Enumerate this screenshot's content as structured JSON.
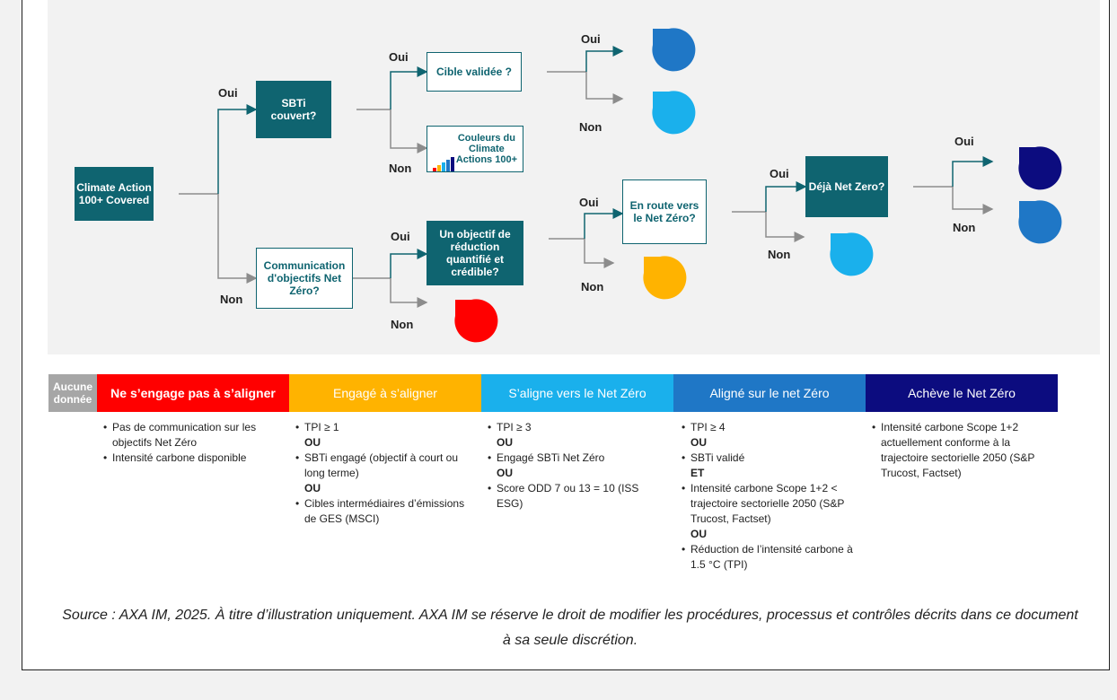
{
  "nodes": {
    "climate": "Climate Action\n100+ Covered",
    "sbti": "SBTi\ncouvert?",
    "cible": "Cible validée ?",
    "couleurs": "Couleurs du\nClimate\nActions 100+",
    "communication": "Communication\nd'objectifs Net\nZéro?",
    "objectif": "Un objectif de\nréduction\nquantifié et\ncrédible?",
    "route": "En route vers\nle Net Zéro?",
    "deja": "Déjà Net Zero?"
  },
  "branch_labels": {
    "oui": "Oui",
    "non": "Non"
  },
  "colors": {
    "teal": "#0f6470",
    "grey": "#a6a6a6",
    "red": "#ff0000",
    "orange": "#ffb300",
    "light_blue": "#1ab0ec",
    "mid_blue": "#1f77c6",
    "dark_navy": "#0c0c7f"
  },
  "legend": [
    {
      "label": "Aucune\ndonnée",
      "color": "#a6a6a6"
    },
    {
      "label": "Ne s’engage pas à s’aligner",
      "color": "#ff0000"
    },
    {
      "label": "Engagé à s’aligner",
      "color": "#ffb300"
    },
    {
      "label": "S’aligne vers le Net Zéro",
      "color": "#1ab0ec"
    },
    {
      "label": "Aligné sur le net Zéro",
      "color": "#1f77c6"
    },
    {
      "label": "Achève le Net Zéro",
      "color": "#0c0c7f"
    }
  ],
  "criteria": [
    [
      {
        "t": "b",
        "text": "Pas de communication sur les objectifs Net Zéro"
      },
      {
        "t": "b",
        "text": "Intensité carbone disponible"
      }
    ],
    [
      {
        "t": "b",
        "text": "TPI ≥ 1"
      },
      {
        "t": "c",
        "text": "OU"
      },
      {
        "t": "b",
        "text": "SBTi engagé (objectif à court ou long terme)"
      },
      {
        "t": "c",
        "text": "OU"
      },
      {
        "t": "b",
        "text": "Cibles intermédiaires d’émissions de GES (MSCI)"
      }
    ],
    [
      {
        "t": "b",
        "text": "TPI ≥ 3"
      },
      {
        "t": "c",
        "text": "OU"
      },
      {
        "t": "b",
        "text": "Engagé SBTi Net Zéro"
      },
      {
        "t": "c",
        "text": "OU"
      },
      {
        "t": "b",
        "text": "Score ODD 7 ou 13 = 10 (ISS ESG)"
      }
    ],
    [
      {
        "t": "b",
        "text": "TPI ≥ 4"
      },
      {
        "t": "c",
        "text": "OU"
      },
      {
        "t": "b",
        "text": "SBTi validé"
      },
      {
        "t": "c",
        "text": "ET"
      },
      {
        "t": "b",
        "text": "Intensité carbone Scope 1+2 < trajectoire sectorielle 2050 (S&P Trucost, Factset)"
      },
      {
        "t": "c",
        "text": "OU"
      },
      {
        "t": "b",
        "text": "Réduction de l’intensité carbone à 1.5 °C (TPI)"
      }
    ],
    [
      {
        "t": "b",
        "text": "Intensité carbone Scope 1+2 actuellement conforme à la trajectoire sectorielle 2050 (S&P Trucost, Factset)"
      }
    ]
  ],
  "source": "Source : AXA IM, 2025. À titre d’illustration uniquement. AXA IM se réserve le droit de modifier les procédures, processus et contrôles décrits dans ce document à sa seule discrétion."
}
